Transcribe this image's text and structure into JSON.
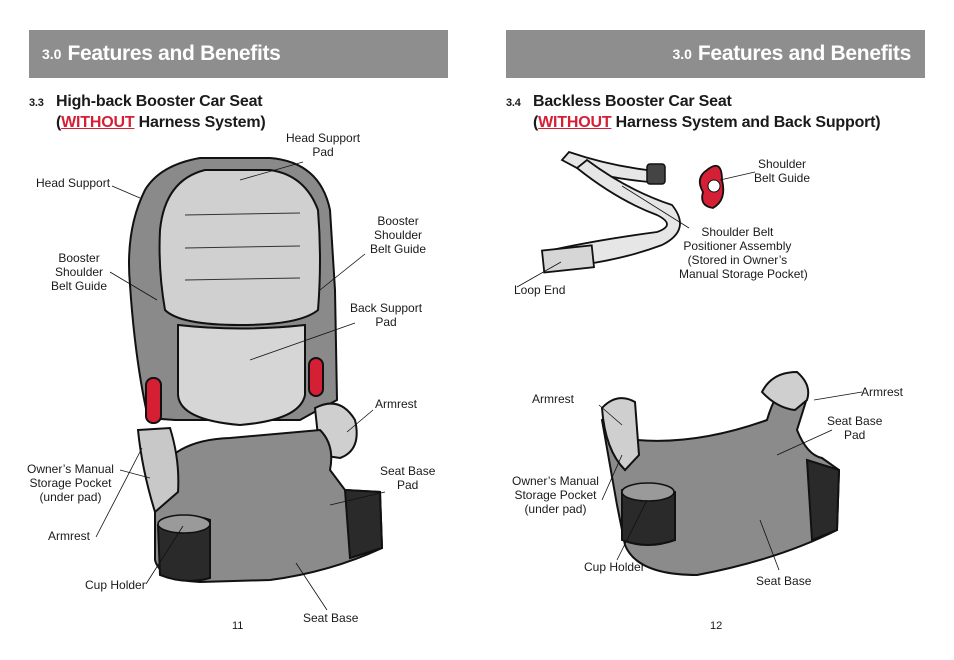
{
  "left": {
    "header": {
      "num": "3.0",
      "title": "Features and Benefits"
    },
    "section": {
      "num": "3.3",
      "line1": "High-back Booster Car Seat",
      "open": "(",
      "without": "WITHOUT",
      "line2_rest": " Harness System)"
    },
    "labels": {
      "head_support_pad": [
        "Head Support",
        "Pad"
      ],
      "head_support": [
        "Head Support"
      ],
      "booster_shoulder_belt_guide_right": [
        "Booster",
        "Shoulder",
        "Belt Guide"
      ],
      "booster_shoulder_belt_guide_left": [
        "Booster",
        "Shoulder",
        "Belt Guide"
      ],
      "back_support_pad": [
        "Back Support",
        "Pad"
      ],
      "armrest_right": [
        "Armrest"
      ],
      "owners_manual_pocket": [
        "Owner’s Manual",
        "Storage Pocket",
        "(under pad)"
      ],
      "seat_base_pad": [
        "Seat Base",
        "Pad"
      ],
      "armrest_left": [
        "Armrest"
      ],
      "cup_holder": [
        "Cup Holder"
      ],
      "seat_base": [
        "Seat Base"
      ]
    },
    "page_number": "11"
  },
  "right": {
    "header": {
      "num": "3.0",
      "title": "Features and Benefits"
    },
    "section": {
      "num": "3.4",
      "line1": "Backless Booster Car Seat",
      "open": "(",
      "without": "WITHOUT",
      "line2_rest": " Harness System and Back Support)"
    },
    "labels": {
      "shoulder_belt_guide": [
        "Shoulder",
        "Belt Guide"
      ],
      "shoulder_belt_positioner": [
        "Shoulder  Belt",
        "Positioner Assembly",
        "(Stored in Owner’s",
        "Manual Storage Pocket)"
      ],
      "loop_end": [
        "Loop End"
      ],
      "armrest_left": [
        "Armrest"
      ],
      "armrest_right": [
        "Armrest"
      ],
      "seat_base_pad": [
        "Seat Base",
        "Pad"
      ],
      "owners_manual_pocket": [
        "Owner’s Manual",
        "Storage Pocket",
        "(under pad)"
      ],
      "cup_holder": [
        "Cup Holder"
      ],
      "seat_base": [
        "Seat Base"
      ]
    },
    "page_number": "12"
  },
  "colors": {
    "banner": "#8e8e8e",
    "accent_red": "#d51f35",
    "seat_dark": "#7a7a7a",
    "seat_light": "#cfcfcf",
    "cup_black": "#2a2a2a"
  }
}
